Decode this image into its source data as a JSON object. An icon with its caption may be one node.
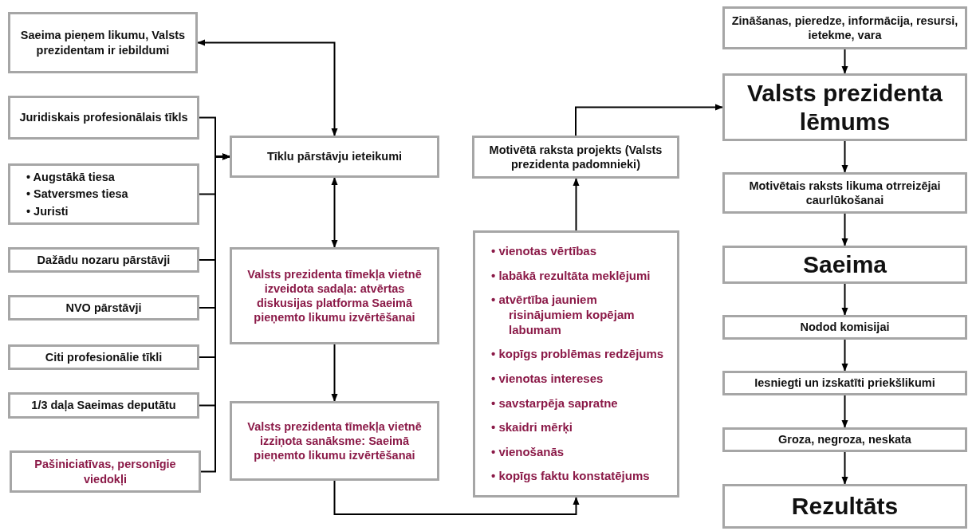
{
  "diagram": {
    "nodes": [
      {
        "text": [
          "Saeima pieņem likumu, Valsts prezidentam ir iebildumi"
        ]
      },
      {
        "text": [
          "Juridiskais profesionālais tīkls"
        ]
      },
      {
        "text": [
          "• Augstākā tiesa",
          "• Satversmes tiesa",
          "• Juristi"
        ]
      },
      {
        "text": [
          "Dažādu nozaru pārstāvji"
        ]
      },
      {
        "text": [
          "NVO pārstāvji"
        ]
      },
      {
        "text": [
          "Citi profesionālie tīkli"
        ]
      },
      {
        "text": [
          "1/3 daļa Saeimas deputātu"
        ]
      },
      {
        "text": [
          "Pašiniciatīvas, personīgie viedokļi"
        ]
      },
      {
        "text": [
          "Tīklu pārstāvju ieteikumi"
        ]
      },
      {
        "text": [
          "Valsts prezidenta tīmekļa vietnē izveidota sadaļa: atvērtas diskusijas platforma Saeimā pieņemto likumu izvērtēšanai"
        ]
      },
      {
        "text": [
          "Valsts prezidenta tīmekļa vietnē izziņota sanāksme: Saeimā pieņemto likumu izvērtēšanai"
        ]
      },
      {
        "text": [
          "• vienotas vērtības",
          "• labākā rezultāta meklējumi",
          "• atvērtība jauniem risinājumiem kopējam labumam",
          "• kopīgs problēmas redzējums",
          "• vienotas intereses",
          "• savstarpēja sapratne",
          "• skaidri mērķi",
          "• vienošanās",
          "• kopīgs faktu konstatējums"
        ]
      },
      {
        "text": [
          "Motivētā raksta projekts (Valsts prezidenta padomnieki)"
        ]
      },
      {
        "text": [
          "Zināšanas, pieredze, informācija, resursi, ietekme, vara"
        ]
      },
      {
        "text": [
          "Valsts prezidenta lēmums"
        ]
      },
      {
        "text": [
          "Motivētais raksts likuma otrreizējai caurlūkošanai"
        ]
      },
      {
        "text": [
          "Saeima"
        ]
      },
      {
        "text": [
          "Nodod komisijai"
        ]
      },
      {
        "text": [
          "Iesniegti un izskatīti priekšlikumi"
        ]
      },
      {
        "text": [
          "Groza, negroza, neskata"
        ]
      },
      {
        "text": [
          "Rezultāts"
        ]
      }
    ],
    "edges": [
      {
        "from": 8,
        "to": 0,
        "arrow": "both"
      },
      {
        "from": 1,
        "to": 8,
        "arrow": "to"
      },
      {
        "from": 2,
        "to": 8,
        "arrow": "to"
      },
      {
        "from": 3,
        "to": 8,
        "arrow": "to"
      },
      {
        "from": 4,
        "to": 8,
        "arrow": "to"
      },
      {
        "from": 5,
        "to": 8,
        "arrow": "to"
      },
      {
        "from": 6,
        "to": 8,
        "arrow": "to"
      },
      {
        "from": 7,
        "to": 8,
        "arrow": "to"
      },
      {
        "from": 8,
        "to": 9,
        "arrow": "both"
      },
      {
        "from": 9,
        "to": 10,
        "arrow": "to"
      },
      {
        "from": 10,
        "to": 11,
        "arrow": "to"
      },
      {
        "from": 11,
        "to": 12,
        "arrow": "to"
      },
      {
        "from": 12,
        "to": 14,
        "arrow": "to"
      },
      {
        "from": 13,
        "to": 14,
        "arrow": "to"
      },
      {
        "from": 14,
        "to": 15,
        "arrow": "to"
      },
      {
        "from": 15,
        "to": 16,
        "arrow": "to"
      },
      {
        "from": 16,
        "to": 17,
        "arrow": "to"
      },
      {
        "from": 17,
        "to": 18,
        "arrow": "to"
      },
      {
        "from": 18,
        "to": 19,
        "arrow": "to"
      },
      {
        "from": 19,
        "to": 20,
        "arrow": "to"
      }
    ]
  }
}
